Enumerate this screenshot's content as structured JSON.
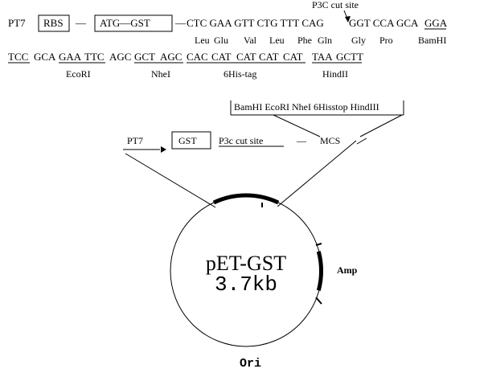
{
  "construct_row": {
    "promoter": "PT7",
    "rbs": "RBS",
    "dash1": "—",
    "atg_gst": "ATG—GST",
    "dash2": "—",
    "seq1": "CTC GAA GTT CTG TTT CAG",
    "seq2": "GGT CCA GCA",
    "bamhi_seq": "GGA"
  },
  "cut_site_label": "P3C cut site",
  "amino_acids": [
    "Leu",
    "Glu",
    "Val",
    "Leu",
    "Phe",
    "Gln",
    "Gly",
    "Pro"
  ],
  "row1_site_label": "BamHI",
  "row2": {
    "codons": [
      "TCC",
      "GCA",
      "GAA",
      "TTC",
      "AGC",
      "GCT",
      "AGC",
      "CAC",
      "CAT",
      "CAT",
      "CAT",
      "CAT",
      "TAA",
      "GCTT"
    ],
    "labels": {
      "ecori": "EcoRI",
      "nhei": "NheI",
      "his": "6His-tag",
      "hindii": "HindII"
    }
  },
  "mcs_box": "BamHI EcoRI NheI 6Hisstop HindIII",
  "cassette": {
    "promoter": "PT7",
    "gst": "GST",
    "cut": "P3c cut site",
    "dash": "—",
    "mcs": "MCS"
  },
  "plasmid": {
    "name": "pET-GST",
    "size": "3.7kb",
    "amp": "Amp",
    "ori": "Ori"
  }
}
